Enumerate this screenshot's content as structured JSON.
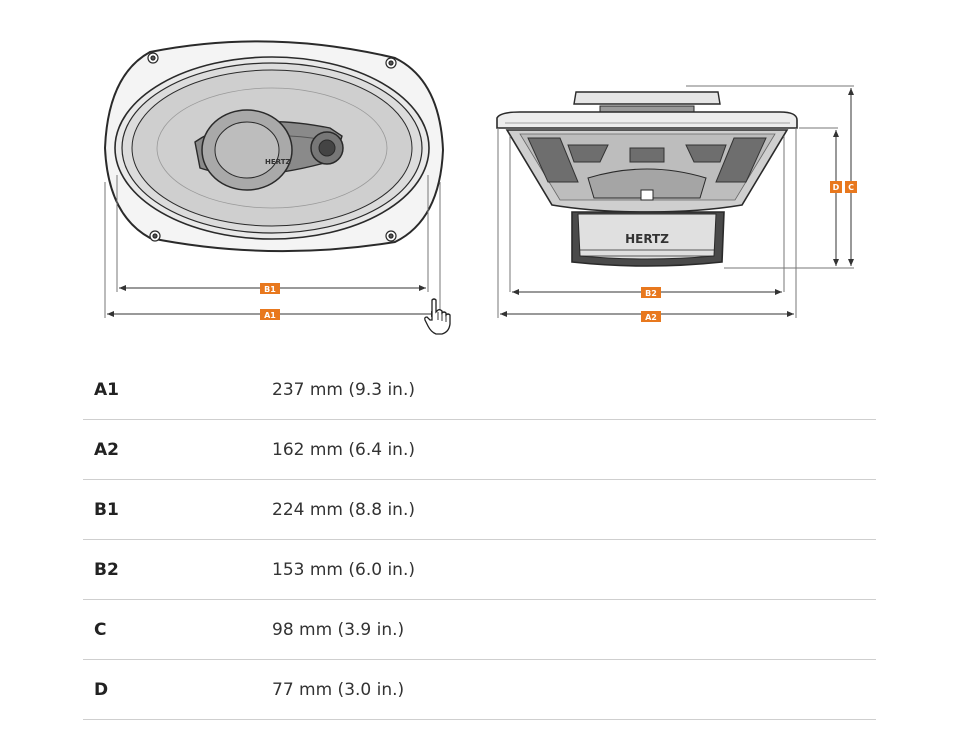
{
  "diagram": {
    "brand": "HERTZ",
    "label_color": "#e8781e",
    "front_labels": {
      "b1": "B1",
      "a1": "A1"
    },
    "side_labels": {
      "b2": "B2",
      "a2": "A2",
      "d": "D",
      "c": "C"
    },
    "cursor_icon": "hand-pointer-icon"
  },
  "specs": [
    {
      "key": "A1",
      "value": "237 mm (9.3 in.)"
    },
    {
      "key": "A2",
      "value": "162 mm (6.4 in.)"
    },
    {
      "key": "B1",
      "value": "224 mm (8.8 in.)"
    },
    {
      "key": "B2",
      "value": "153 mm (6.0 in.)"
    },
    {
      "key": "C",
      "value": "98 mm (3.9 in.)"
    },
    {
      "key": "D",
      "value": "77 mm (3.0 in.)"
    }
  ]
}
